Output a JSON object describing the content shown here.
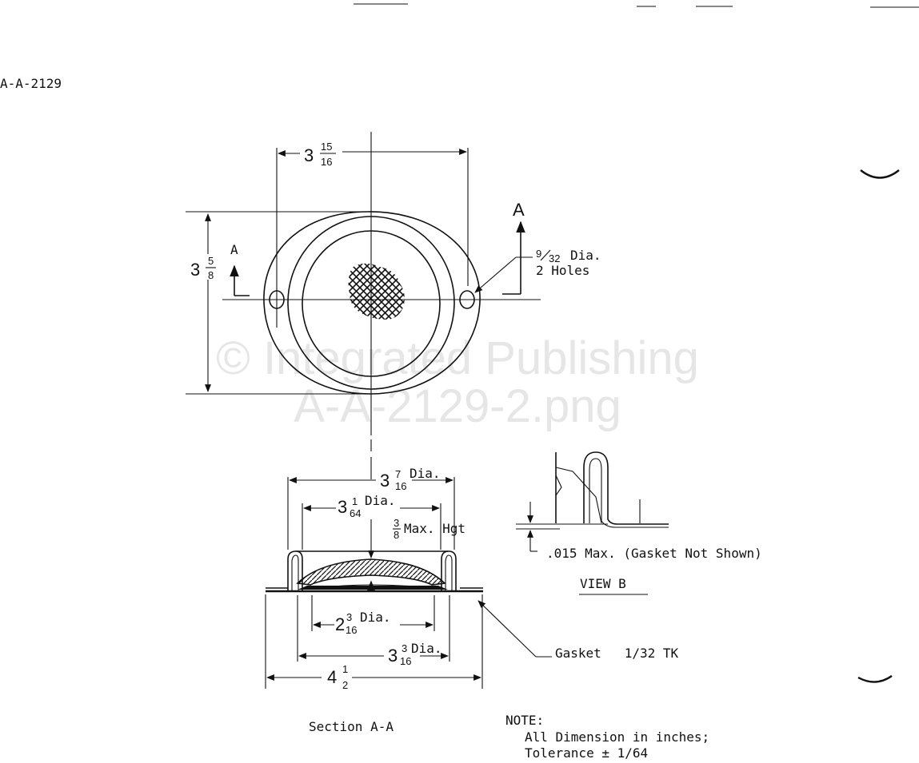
{
  "document": {
    "id": "A-A-2129",
    "watermark": {
      "line1": "© Integrated Publishing",
      "line2": "A-A-2129-2.png"
    }
  },
  "plan_view": {
    "width_whole": "3",
    "width_num": "15",
    "width_den": "16",
    "height_whole": "3",
    "height_num": "5",
    "height_den": "8",
    "section_marker_left": "A",
    "section_marker_right": "A",
    "hole_num": "9",
    "hole_den": "32",
    "hole_dia_label": "Dia.",
    "holes_label": "2 Holes"
  },
  "section_view": {
    "top_dia_whole": "3",
    "top_dia_num": "7",
    "top_dia_den": "16",
    "top_dia_label": "Dia.",
    "mid_dia_whole": "3",
    "mid_dia_num": "1",
    "mid_dia_den": "64",
    "mid_dia_label": "Dia.",
    "hgt_num": "3",
    "hgt_den": "8",
    "hgt_label": "Max. Hgt",
    "inner_dia_whole": "2",
    "inner_dia_num": "3",
    "inner_dia_den": "16",
    "inner_dia_label": "Dia.",
    "base_dia_whole": "3",
    "base_dia_num": "3",
    "base_dia_den": "16",
    "base_dia_label": "Dia.",
    "overall_whole": "4",
    "overall_num": "1",
    "overall_den": "2",
    "gasket_label": "Gasket   1/32 TK",
    "caption": "Section A-A"
  },
  "view_b": {
    "gap_label": ".015 Max. (Gasket Not Shown)",
    "caption": "VIEW B"
  },
  "note": {
    "title": "NOTE:",
    "line1": "All Dimension in inches;",
    "line2": "Tolerance ± 1/64"
  }
}
